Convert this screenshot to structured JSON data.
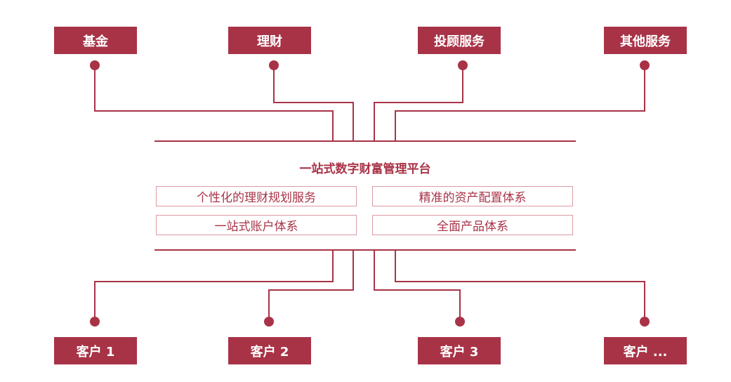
{
  "services": [
    {
      "label": "基金"
    },
    {
      "label": "理财"
    },
    {
      "label": "投顾服务"
    },
    {
      "label": "其他服务"
    }
  ],
  "platform": {
    "title": "一站式数字财富管理平台",
    "features": [
      {
        "label": "个性化的理财规划服务"
      },
      {
        "label": "精准的资产配置体系"
      },
      {
        "label": "一站式账户体系"
      },
      {
        "label": "全面产品体系"
      }
    ]
  },
  "clients": [
    {
      "label": "客户 1"
    },
    {
      "label": "客户 2"
    },
    {
      "label": "客户 3"
    },
    {
      "label": "客户 ..."
    }
  ],
  "colors": {
    "accent": "#a83347",
    "feature_border": "#dc9aa4"
  }
}
